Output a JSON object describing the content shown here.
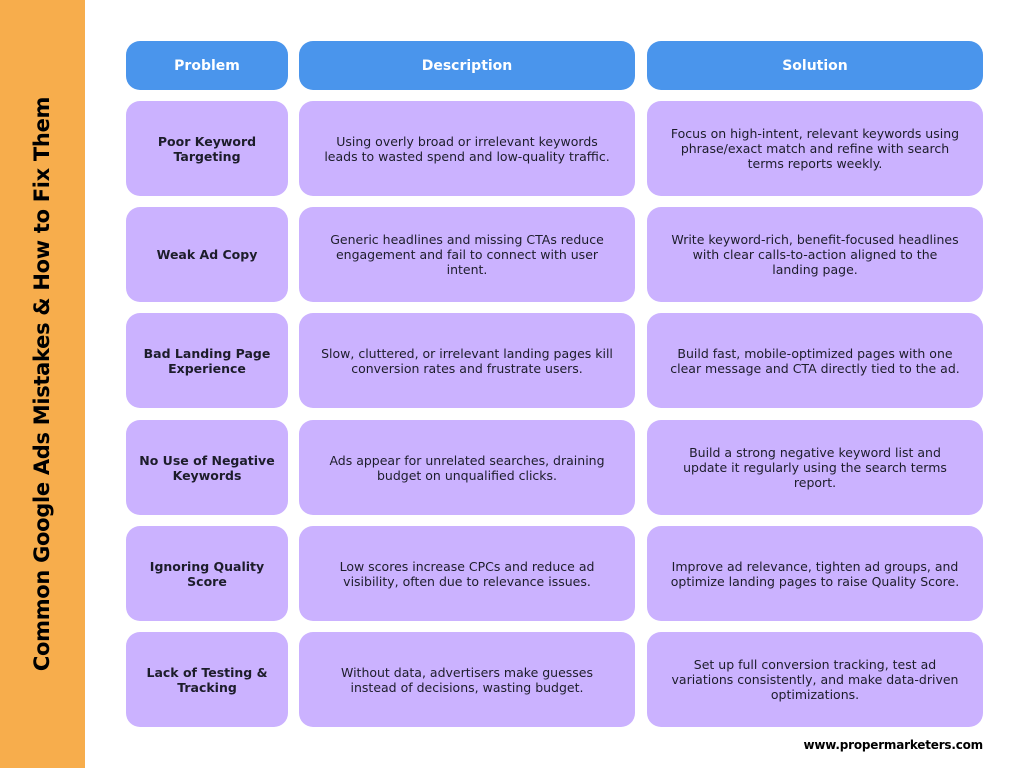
{
  "sidebar": {
    "title": "Common Google Ads Mistakes & How to Fix Them"
  },
  "table": {
    "headers": [
      "Problem",
      "Description",
      "Solution"
    ],
    "rows": [
      {
        "problem": "Poor Keyword Targeting",
        "description": "Using overly broad or irrelevant keywords leads to wasted spend and low-quality traffic.",
        "solution": "Focus on high-intent, relevant keywords using phrase/exact match and refine with search terms reports weekly."
      },
      {
        "problem": "Weak Ad Copy",
        "description": "Generic headlines and missing CTAs reduce engagement and fail to connect with user intent.",
        "solution": "Write keyword-rich, benefit-focused headlines with clear calls-to-action aligned to the landing page."
      },
      {
        "problem": "Bad Landing Page Experience",
        "description": "Slow, cluttered, or irrelevant landing pages kill conversion rates and frustrate users.",
        "solution": "Build fast, mobile-optimized pages with one clear message and CTA directly tied to the ad."
      },
      {
        "problem": "No Use of Negative Keywords",
        "description": "Ads appear for unrelated searches, draining budget on unqualified clicks.",
        "solution": "Build a strong negative keyword list and update it regularly using the search terms report."
      },
      {
        "problem": "Ignoring Quality Score",
        "description": "Low scores increase CPCs and reduce ad visibility, often due to relevance issues.",
        "solution": "Improve ad relevance, tighten ad groups, and optimize landing pages to raise Quality Score."
      },
      {
        "problem": "Lack of Testing & Tracking",
        "description": "Without data, advertisers make guesses instead of decisions, wasting budget.",
        "solution": "Set up full conversion tracking, test ad variations consistently, and make data-driven optimizations."
      }
    ]
  },
  "footer": {
    "website": "www.propermarketers.com"
  },
  "colors": {
    "sidebar": "#f7ad4c",
    "header": "#4a95ec",
    "cell": "#cbb2ff"
  }
}
